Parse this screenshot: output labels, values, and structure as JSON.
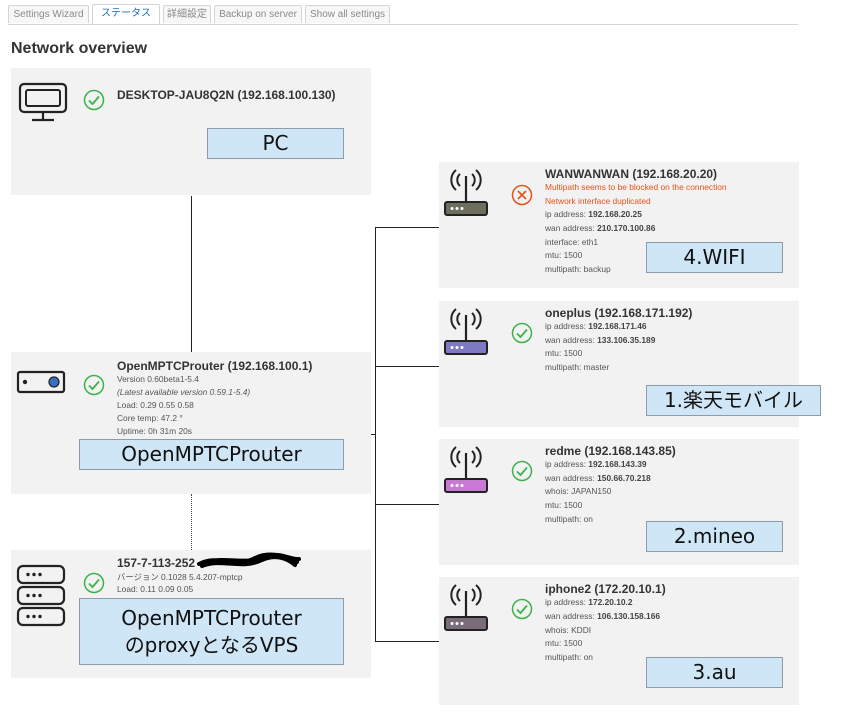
{
  "tabs": [
    {
      "label": "Settings Wizard",
      "active": false
    },
    {
      "label": "ステータス",
      "active": true
    },
    {
      "label": "詳細設定",
      "active": false
    },
    {
      "label": "Backup on server",
      "active": false
    },
    {
      "label": "Show all settings",
      "active": false
    }
  ],
  "page_title": "Network overview",
  "pc": {
    "header": "DESKTOP-JAU8Q2N (192.168.100.130)",
    "label": "PC"
  },
  "router": {
    "header": "OpenMPTCProuter (192.168.100.1)",
    "version": "Version 0.60beta1-5.4",
    "latest": "(Latest available version 0.59.1-5.4)",
    "load": "Load: 0.29 0.55 0.58",
    "core_temp": "Core temp: 47.2 °",
    "uptime": "Uptime: 0h 31m 20s",
    "label": "OpenMPTCProuter"
  },
  "vps": {
    "header": "157-7-113-252",
    "version": "バージョン 0.1028 5.4.207-mptcp",
    "load": "Load: 0.11 0.09 0.05",
    "label_line1": "OpenMPTCProuter",
    "label_line2": "のproxyとなるVPS"
  },
  "wans": [
    {
      "header": "WANWANWAN (192.168.20.20)",
      "status": "error",
      "warn1": "Multipath seems to be blocked on the connection",
      "warn2": "Network interface duplicated",
      "ip_label": "ip address: ",
      "ip": "192.168.20.25",
      "wan_label": "wan address: ",
      "wan": "210.170.100.86",
      "iface": "interface: eth1",
      "mtu": "mtu: 1500",
      "multipath": "multipath: backup",
      "label": "4.WIFI",
      "color": "#6e6e5e"
    },
    {
      "header": "oneplus (192.168.171.192)",
      "status": "ok",
      "ip_label": "ip address: ",
      "ip": "192.168.171.46",
      "wan_label": "wan address: ",
      "wan": "133.106.35.189",
      "mtu": "mtu: 1500",
      "multipath": "multipath: master",
      "label": "1.楽天モバイル",
      "color": "#7f79c4"
    },
    {
      "header": "redme (192.168.143.85)",
      "status": "ok",
      "ip_label": "ip address: ",
      "ip": "192.168.143.39",
      "wan_label": "wan address: ",
      "wan": "150.66.70.218",
      "whois": "whois: JAPAN150",
      "mtu": "mtu: 1500",
      "multipath": "multipath: on",
      "label": "2.mineo",
      "color": "#c77ad1"
    },
    {
      "header": "iphone2 (172.20.10.1)",
      "status": "ok",
      "ip_label": "ip address: ",
      "ip": "172.20.10.2",
      "wan_label": "wan address: ",
      "wan": "106.130.158.166",
      "whois": "whois: KDDI",
      "mtu": "mtu: 1500",
      "multipath": "multipath: on",
      "label": "3.au",
      "color": "#7a6d79"
    }
  ]
}
